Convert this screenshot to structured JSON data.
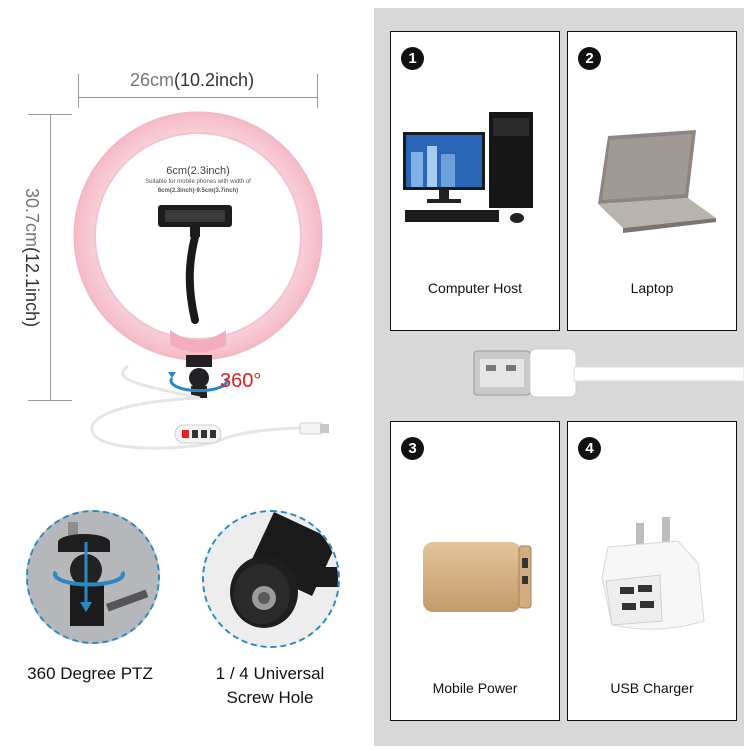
{
  "ring_light": {
    "width_cm": "26cm",
    "width_in": "(10.2inch)",
    "height_cm": "30.7cm",
    "height_in": "(12.1inch)",
    "holder_cm": "6cm",
    "holder_in": "(2.3inch)",
    "holder_note_line1": "Suitable for mobile phones with width of",
    "holder_note_line2": "6cm(2.3inch)-9.5cm(3.7inch)",
    "rotation": "360°",
    "colors": {
      "ring": "#f7c9d3",
      "ring_inner": "#f3dde3",
      "accent_blue": "#2a88c2",
      "rotation_red": "#e0201e"
    }
  },
  "features": [
    {
      "caption": "360 Degree PTZ"
    },
    {
      "caption_line1": "1 / 4 Universal",
      "caption_line2": "Screw Hole"
    }
  ],
  "compatible_devices": [
    {
      "number": "1",
      "label": "Computer Host",
      "icon": "desktop-computer-icon"
    },
    {
      "number": "2",
      "label": "Laptop",
      "icon": "laptop-icon"
    },
    {
      "number": "3",
      "label": "Mobile Power",
      "icon": "power-bank-icon"
    },
    {
      "number": "4",
      "label": "USB Charger",
      "icon": "usb-wall-charger-icon"
    }
  ]
}
